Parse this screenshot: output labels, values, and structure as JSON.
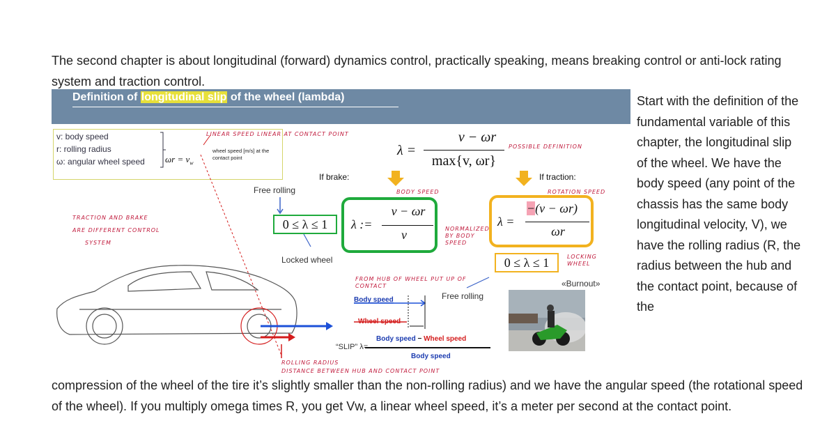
{
  "text": {
    "intro": "The second chapter is about longitudinal (forward) dynamics control, practically speaking, means breaking control or anti-lock rating system and traction control.",
    "side": "Start with the definition of the fundamental variable of this chapter, the longitudinal slip of the wheel. We have the body speed (any point of the chassis has the same body longitudinal velocity, V), we have the rolling radius (R, the radius between the hub and the contact point, because of the",
    "outro": "compression of the wheel of the tire it’s slightly smaller than the non-rolling radius) and we have the angular speed (the rotational speed of the wheel). If you multiply omega times R, you get Vw, a linear wheel speed, it’s a meter per second at the contact point."
  },
  "slide": {
    "title_pre": "Definition of ",
    "title_highlight": "longitudinal slip",
    "title_post": " of the wheel (lambda)",
    "legend": {
      "v": "v: body speed",
      "r": "r: rolling radius",
      "w": "ω: angular wheel speed",
      "eq": "ωr = v",
      "eq_sub": "w",
      "wheel_speed_note": "wheel speed [m/s] at the contact point"
    },
    "main_formula": {
      "lhs": "λ =",
      "num": "v − ωr",
      "den": "max{v, ωr}"
    },
    "if_brake": "If brake:",
    "if_traction": "If traction:",
    "free_rolling": "Free rolling",
    "locked_wheel": "Locked wheel",
    "brake_range": "0 ≤ λ ≤ 1",
    "brake_formula": {
      "lhs": "λ :=",
      "num": "v − ωr",
      "den": "v"
    },
    "traction_formula": {
      "lhs": "λ =",
      "minus": "−",
      "num": "(v − ωr)",
      "den": "ωr"
    },
    "traction_range": "0 ≤ λ ≤ 1",
    "burnout": "«Burnout»",
    "free_rolling_2": "Free rolling",
    "body_speed": "Body speed",
    "wheel_speed": "Wheel speed",
    "slip_label": "“SLIP” λ=",
    "slip_num_a": "Body speed",
    "slip_num_sep": " − ",
    "slip_num_b": "Wheel speed",
    "slip_den": "Body speed",
    "handwriting": {
      "h1": "LINEAR SPEED LINEAR AT CONTACT POINT",
      "h2": "POSSIBLE DEFINITION",
      "h3": "TRACTION AND BRAKE",
      "h4": "ARE DIFFERENT CONTROL",
      "h5": "SYSTEM",
      "h6": "BODY SPEED",
      "h7": "ROTATION SPEED",
      "h8": "NORMALIZED BY BODY SPEED",
      "h9": "LOCKING WHEEL",
      "h10": "ROLLING RADIUS",
      "h11": "DISTANCE BETWEEN HUB AND CONTACT POINT",
      "h12": "FROM HUB OF WHEEL PUT UP OF CONTACT"
    }
  },
  "colors": {
    "slide_header": "#6e89a4",
    "brake_box": "#1faa3c",
    "traction_box": "#f2b21f",
    "arrow_orange": "#f2b21f",
    "blue": "#1c50d8",
    "red": "#d41c1c"
  }
}
